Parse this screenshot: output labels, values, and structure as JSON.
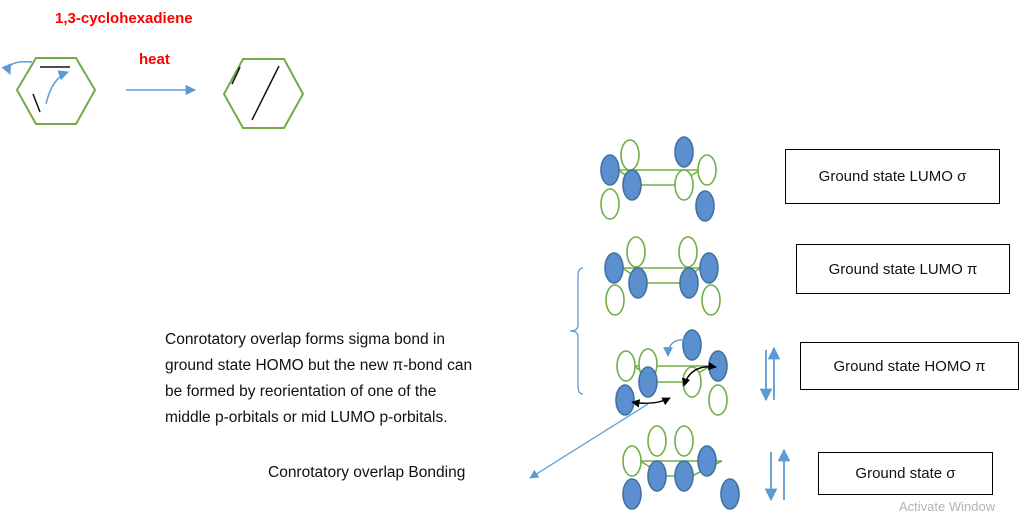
{
  "title": "1,3-cyclohexadiene",
  "reaction": {
    "condition": "heat"
  },
  "states": {
    "lumo_sigma": "Ground state LUMO σ",
    "lumo_pi": "Ground state LUMO π",
    "homo_pi": "Ground state HOMO π",
    "ground_sigma": "Ground state σ"
  },
  "explanation": {
    "lines": [
      "Conrotatory overlap forms sigma bond in",
      "ground state HOMO but the new π-bond can",
      "be formed by reorientation of one of the",
      "middle p-orbitals or mid LUMO p-orbitals."
    ]
  },
  "bonding_caption": "Conrotatory overlap Bonding",
  "watermark": "Activate Window",
  "colors": {
    "ring": "#70ad47",
    "lobe_filled": "#5b8fd0",
    "lobe_edge": "#41719c",
    "arrow": "#5b9bd5",
    "title": "#ff0000"
  }
}
